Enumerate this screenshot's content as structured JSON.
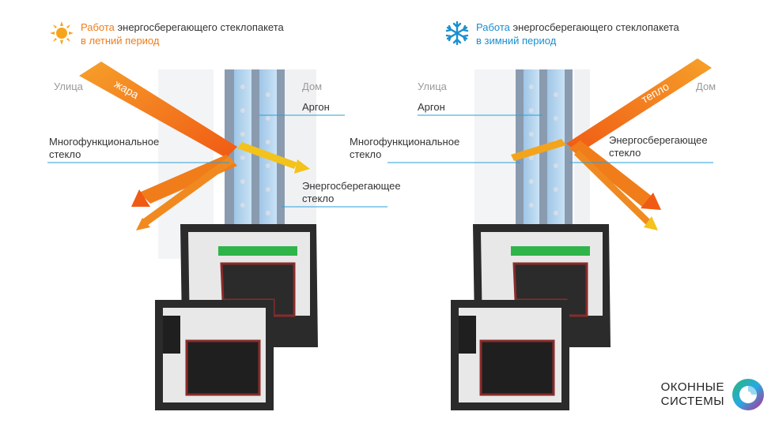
{
  "summer": {
    "title_prefix": "Работа",
    "title_rest": " энергосберегающего стеклопакета",
    "period": "в летний период",
    "accent": "#f07d1a",
    "icon": "sun-icon",
    "street": "Улица",
    "home": "Дом",
    "argon": "Аргон",
    "multi_line1": "Многофункциональное",
    "multi_line2": "стекло",
    "energy_line1": "Энергосберегающее",
    "energy_line2": "стекло",
    "ray_label": "жара"
  },
  "winter": {
    "title_prefix": "Работа",
    "title_rest": " энергосберегающего стеклопакета",
    "period": "в зимний период",
    "accent": "#1a8fd0",
    "icon": "snowflake-icon",
    "street": "Улица",
    "home": "Дом",
    "argon": "Аргон",
    "multi_line1": "Многофункциональное",
    "multi_line2": "стекло",
    "energy_line1": "Энергосберегающее",
    "energy_line2": "стекло",
    "ray_label": "тепло"
  },
  "brand": {
    "line1": "ОКОННЫЕ",
    "line2": "СИСТЕМЫ",
    "icon": "brand-logo-icon"
  }
}
